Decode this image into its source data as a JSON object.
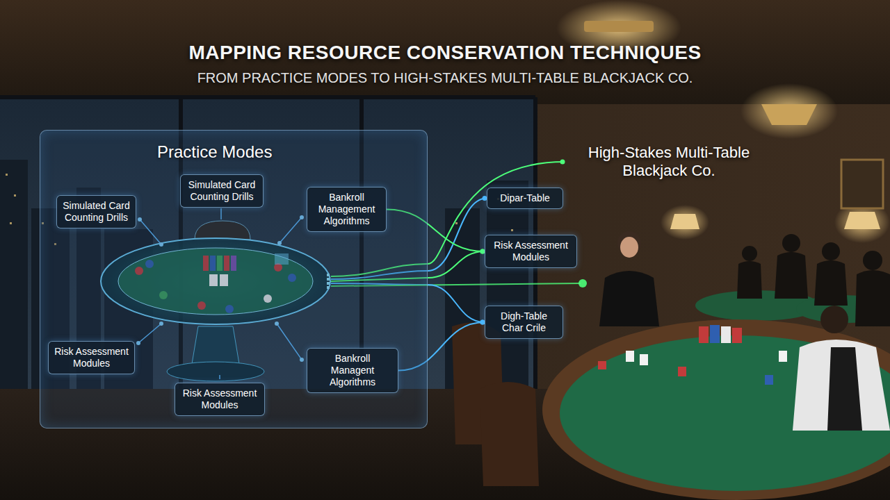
{
  "diagram": {
    "title": "MAPPING RESOURCE CONSERVATION TECHNIQUES",
    "nodes": [
      {
        "text": [
          "Practice Modes"
        ]
      },
      {
        "text": [
          "Simulated Card Counting Drills"
        ],
        "in": 0
      },
      {
        "text": [
          "Simulated Card Counting Drills"
        ],
        "in": 0
      },
      {
        "text": [
          "Bankroll Management Algorithms"
        ],
        "in": 0
      },
      {
        "text": [
          "Risk Assessment Modules"
        ],
        "in": 0
      },
      {
        "text": [
          "Risk Assessment Modules"
        ],
        "in": 0
      },
      {
        "text": [
          "Bankroll Managent Algorithms"
        ],
        "in": 0
      },
      {
        "text": [
          "High-Stakes Multi-Table Blackjack Co."
        ]
      },
      {
        "text": [
          "Dipar-Table"
        ]
      },
      {
        "text": [
          "Risk Assessment Modules"
        ]
      },
      {
        "text": [
          "Digh-Table Char Crile"
        ]
      }
    ],
    "edges": [
      {
        "from": 0,
        "to": 7,
        "arrow": "none"
      },
      {
        "from": 0,
        "to": 8,
        "arrow": "none"
      },
      {
        "from": 0,
        "to": 9,
        "arrow": "none"
      },
      {
        "from": 0,
        "to": 10,
        "arrow": "none"
      },
      {
        "from": 3,
        "to": 9,
        "arrow": "none"
      },
      {
        "from": 6,
        "to": 10,
        "arrow": "none"
      }
    ],
    "labels": [
      "FROM PRACTICE MODES TO HIGH-STAKES MULTI-TABLE BLACKJACK CO."
    ]
  }
}
